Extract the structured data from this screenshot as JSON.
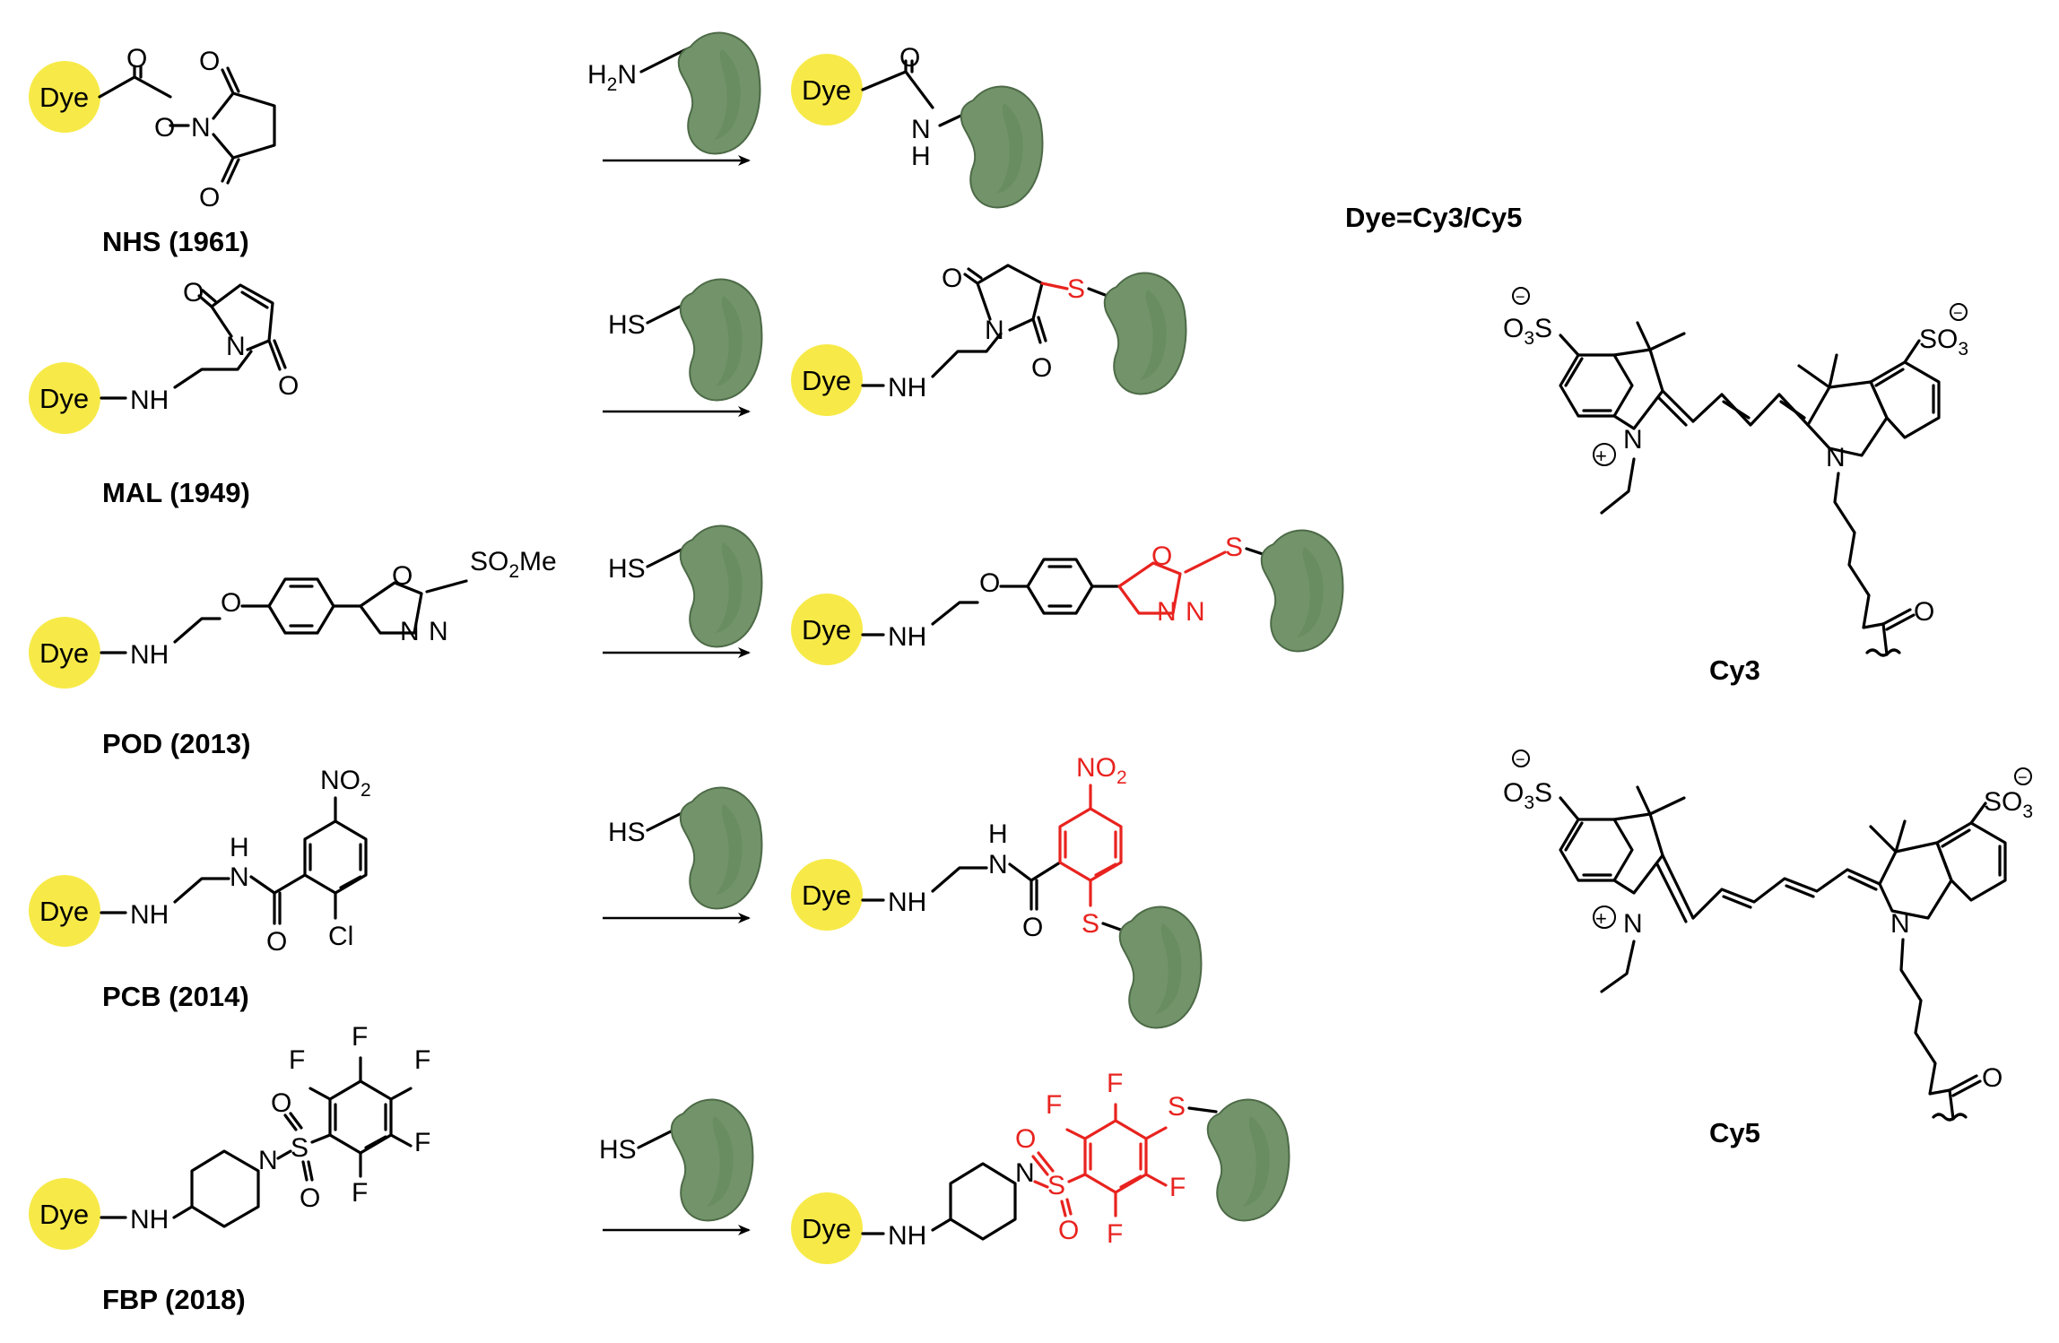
{
  "dye_label": "Dye",
  "dye_definition": "Dye=Cy3/Cy5",
  "dye_names": [
    "Cy3",
    "Cy5"
  ],
  "reagents": [
    {
      "name": "NHS (1961)",
      "nucleophile": "H2N"
    },
    {
      "name": "MAL (1949)",
      "nucleophile": "HS"
    },
    {
      "name": "POD (2013)",
      "nucleophile": "HS"
    },
    {
      "name": "PCB (2014)",
      "nucleophile": "HS"
    },
    {
      "name": "FBP (2018)",
      "nucleophile": "HS"
    }
  ],
  "atoms": {
    "O": "O",
    "N": "N",
    "NH": "NH",
    "H": "H",
    "S": "S",
    "F": "F",
    "Cl": "Cl",
    "SO2Me_main": "SO",
    "SO2Me_sub": "2",
    "SO2Me_tail": "Me",
    "NO2_main": "NO",
    "NO2_sub": "2",
    "SO3_main": "SO",
    "SO3_sub": "3",
    "O3S_main": "O",
    "O3S_sub": "3",
    "O3S_tail": "S",
    "H2N_main": "H",
    "H2N_sub": "2",
    "H2N_tail": "N",
    "HS": "HS",
    "plus": "+",
    "minus": "−"
  },
  "colors": {
    "dye": "#f7ea48",
    "protein": "#73946a",
    "highlight": "#e8231f",
    "bond": "#000000"
  }
}
